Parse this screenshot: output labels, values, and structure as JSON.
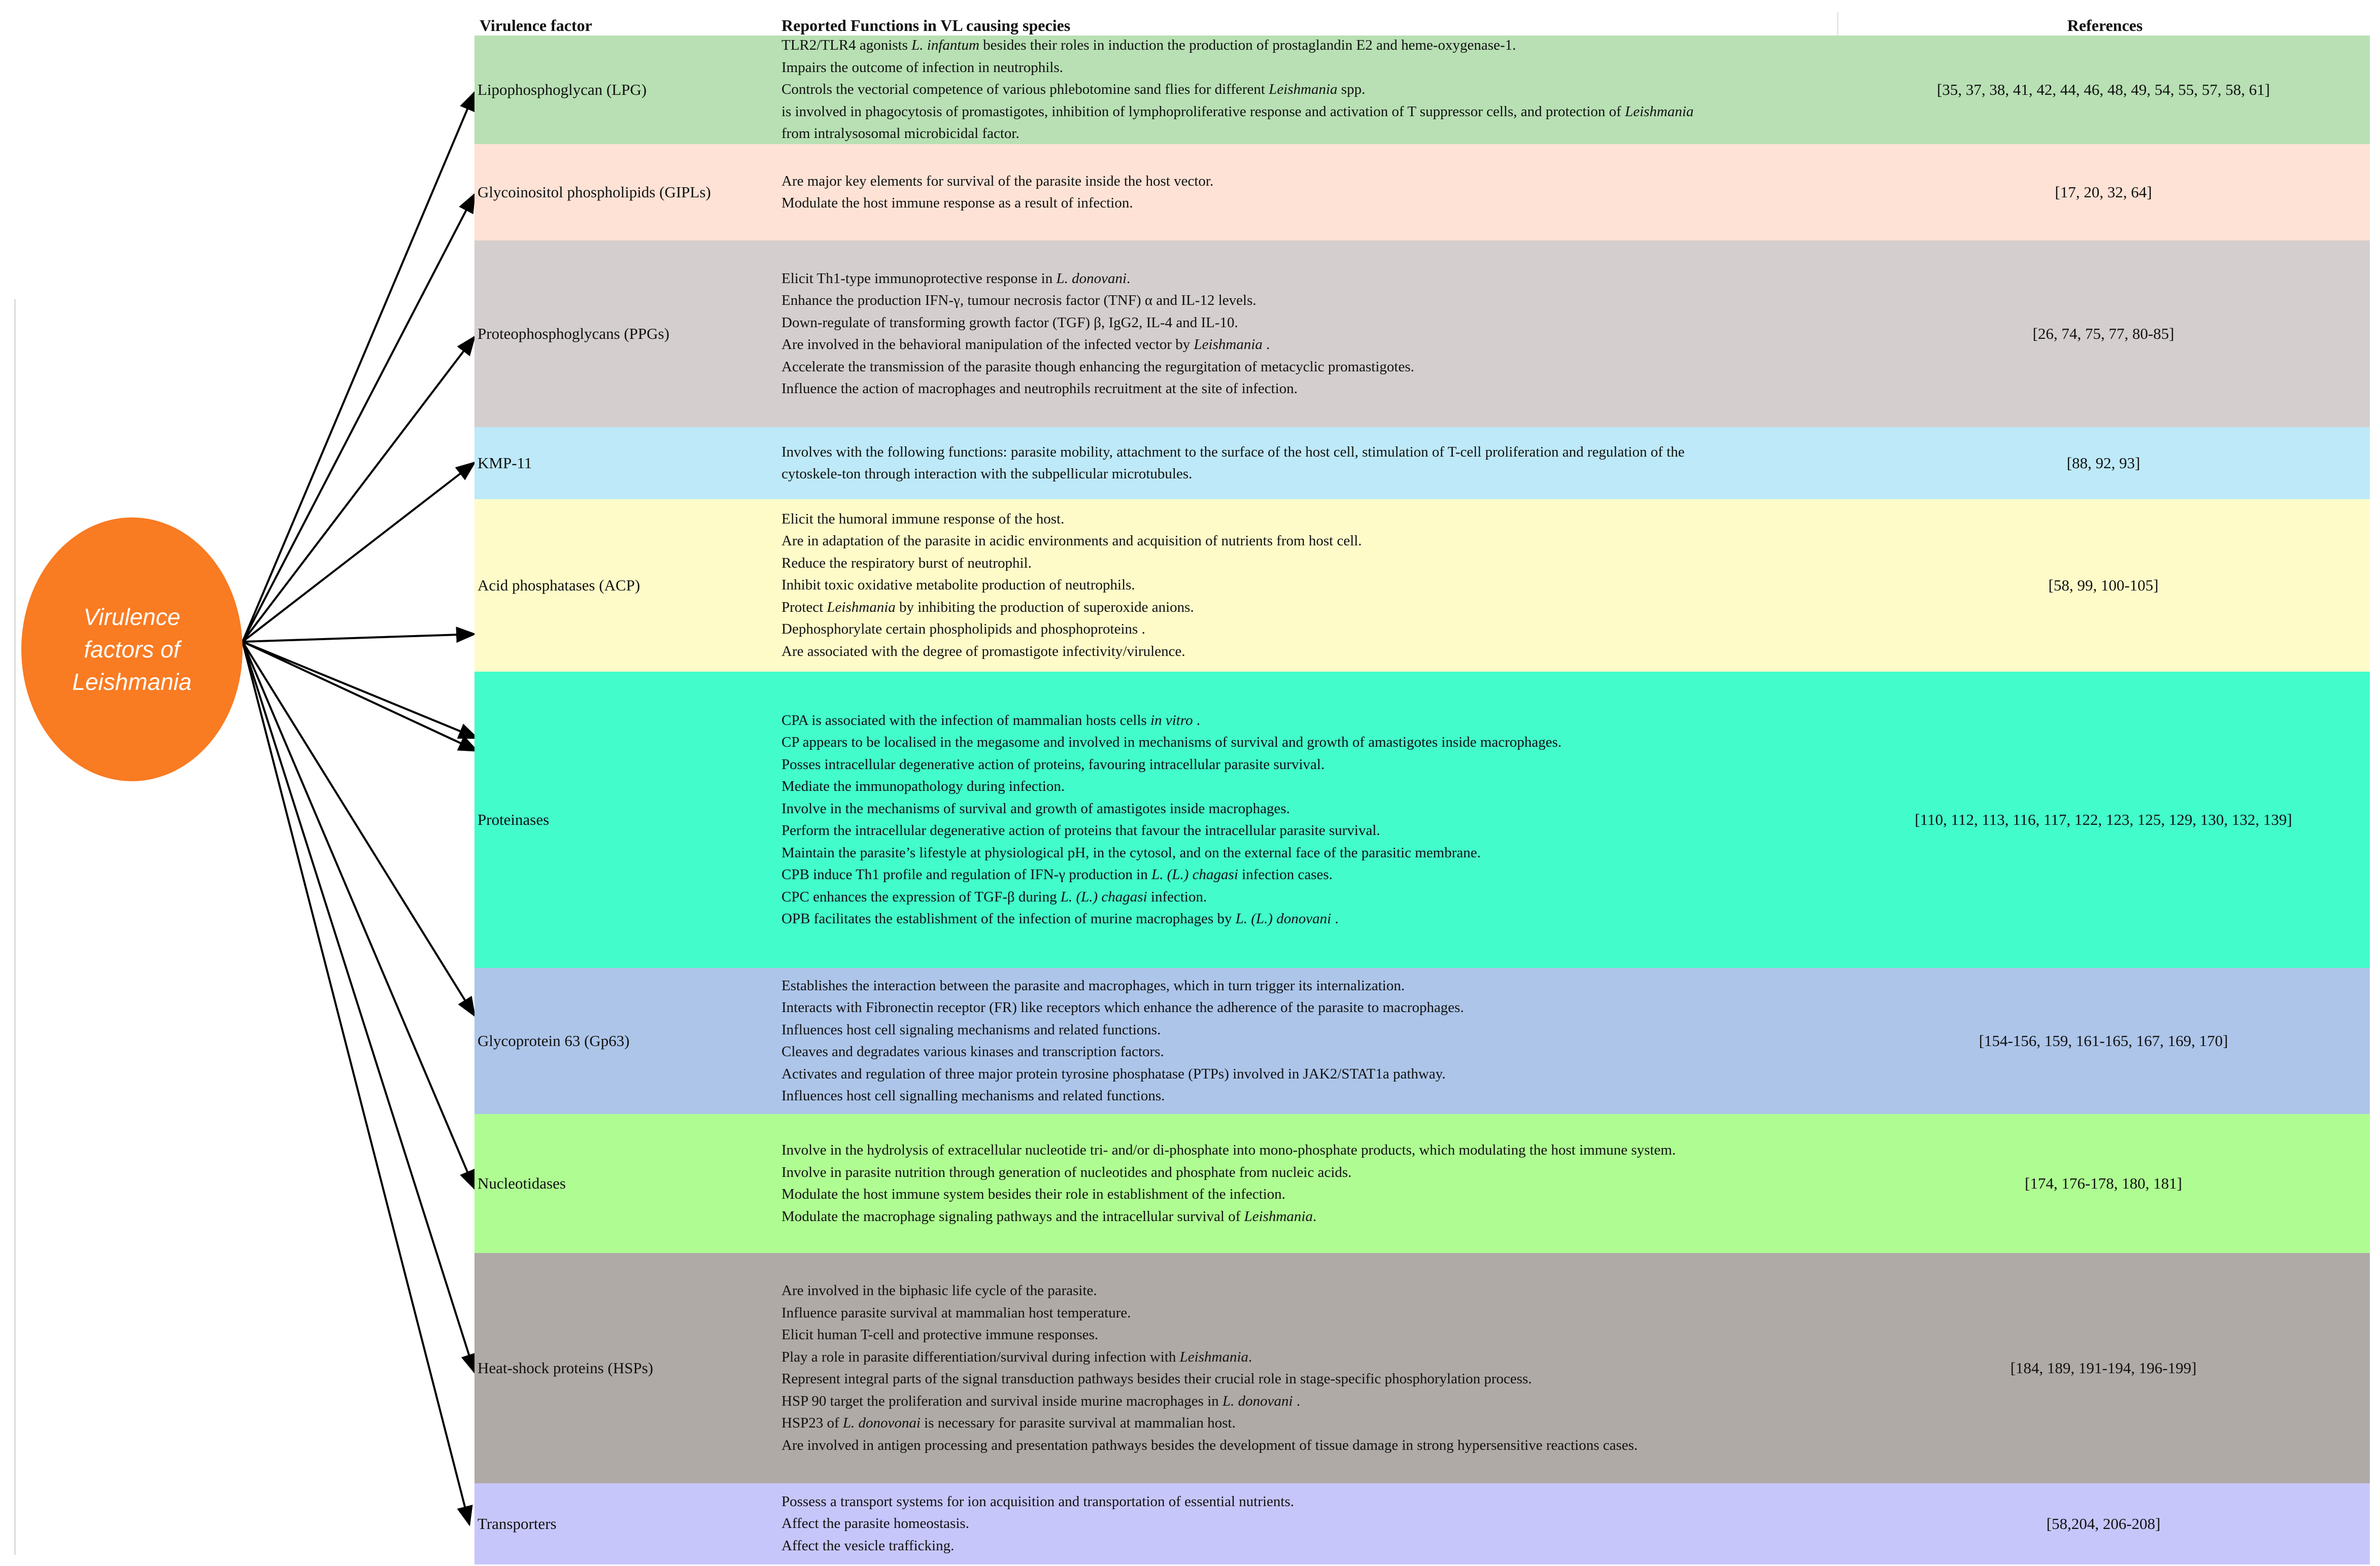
{
  "ellipse": {
    "label": "Virulence\nfactors of\nLeishmania",
    "color": "#f97b22"
  },
  "table": {
    "headers": {
      "factor": "Virulence factor",
      "functions": "Reported Functions in VL causing species",
      "references": "References"
    },
    "rows": [
      {
        "factor": "Lipophosphoglycan (LPG)",
        "color": "#b8e0b4",
        "lines": [
          "TLR2/TLR4 agonists  L. infantum  besides their roles in induction the production of prostaglandin E2 and heme-oxygenase-1.",
          "Impairs the outcome of infection in neutrophils.",
          "Controls the vectorial competence of various phlebotomine sand flies for different Leishmania spp.",
          "is involved in phagocytosis of promastigotes, inhibition of lymphoproliferative response and activation of T suppressor cells, and protection of Leishmania",
          "from intralysosomal microbicidal factor."
        ],
        "references": "[35, 37, 38, 41, 42, 44, 46, 48, 49, 54, 55, 57, 58, 61]"
      },
      {
        "factor": "Glycoinositol phospholipids (GIPLs)",
        "color": "#fde2d5",
        "lines": [
          "Are major key elements for survival of the parasite inside the host vector.",
          "Modulate the host immune response as a result of infection."
        ],
        "references": "[17, 20, 32, 64]"
      },
      {
        "factor": "Proteophosphoglycans (PPGs)",
        "color": "#d4cece",
        "lines": [
          "Elicit Th1-type immunoprotective response in L. donovani.",
          "Enhance the production IFN-γ, tumour necrosis factor (TNF) α and IL-12 levels.",
          "Down-regulate of transforming growth factor (TGF) β, IgG2, IL-4 and IL-10.",
          "Are involved in the behavioral manipulation of the infected vector by Leishmania .",
          "Accelerate the transmission of the parasite though enhancing the regurgitation of metacyclic promastigotes.",
          "Influence the action of macrophages and neutrophils recruitment at the site of infection."
        ],
        "references": "[26, 74, 75, 77, 80-85]"
      },
      {
        "factor": "KMP-11",
        "color": "#bde9f8",
        "lines": [
          "Involves with the following functions: parasite mobility, attachment to the surface of the host cell, stimulation of T-cell proliferation and regulation of the",
          "cytoskele-ton through interaction with the subpellicular microtubules."
        ],
        "references": "[88, 92, 93]"
      },
      {
        "factor": "Acid phosphatases (ACP)",
        "color": "#fefbc9",
        "lines": [
          "Elicit the humoral immune response of the host.",
          "Are in adaptation of the parasite in acidic environments and acquisition of nutrients from host cell.",
          "Reduce  the respiratory burst of neutrophil.",
          "Inhibit toxic oxidative metabolite production of neutrophils.",
          "Protect Leishmania by inhibiting the production of superoxide anions.",
          "Dephosphorylate certain phospholipids and phosphoproteins .",
          "Are associated with the degree of promastigote infectivity/virulence."
        ],
        "references": "[58, 99, 100-105]"
      },
      {
        "factor": "Proteinases",
        "color": "#42fccb",
        "lines": [
          "CPA is associated with the infection of mammalian hosts cells in vitro .",
          "CP appears to be localised in the megasome and involved in mechanisms of survival and growth of amastigotes inside macrophages.",
          "Posses intracellular degenerative action of proteins, favouring intracellular parasite survival.",
          "Mediate the immunopathology during infection.",
          "Involve in the mechanisms of survival and growth of amastigotes inside macrophages.",
          "Perform the intracellular degenerative action of proteins that favour the intracellular parasite survival.",
          "Maintain the parasite’s lifestyle at physiological pH, in the cytosol, and on the external face of the parasitic membrane.",
          "CPB induce Th1 profile and regulation of IFN-γ production in L. (L.) chagasi  infection cases.",
          "CPC enhances the expression of TGF-β during L. (L.) chagasi infection.",
          "OPB facilitates the establishment of the infection of murine macrophages by L. (L.) donovani ."
        ],
        "references": "[110, 112, 113, 116, 117, 122, 123, 125, 129, 130, 132, 139]"
      },
      {
        "factor": "Glycoprotein 63 (Gp63)",
        "color": "#adc5e9",
        "lines": [
          "Establishes the interaction between the parasite and macrophages, which in turn trigger its internalization.",
          "Interacts with Fibronectin receptor (FR) like receptors which enhance the adherence of the parasite to macrophages.",
          "Influences host cell signaling mechanisms and related functions.",
          "Cleaves and degradates  various kinases and transcription factors.",
          "Activates and regulation of three major protein tyrosine phosphatase (PTPs) involved in JAK2/STAT1a pathway.",
          "Influences host cell signalling mechanisms and related functions."
        ],
        "references": "[154-156, 159, 161-165, 167, 169, 170]"
      },
      {
        "factor": "Nucleotidases",
        "color": "#affd92",
        "lines": [
          "Involve in the hydrolysis of extracellular nucleotide tri- and/or di-phosphate into mono-phosphate products, which  modulating the host immune system.",
          "Involve in parasite nutrition through generation of nucleotides and phosphate from nucleic acids.",
          "Modulate the host immune system besides their role in establishment of the infection.",
          "Modulate the macrophage signaling pathways and the intracellular survival of Leishmania."
        ],
        "references": "[174, 176-178, 180, 181]"
      },
      {
        "factor": "Heat-shock proteins (HSPs)",
        "color": "#afaaa6",
        "lines": [
          "Are involved in the biphasic life cycle of the parasite.",
          "Influence parasite survival at mammalian host temperature.",
          "Elicit human T-cell and protective immune responses.",
          "Play a role in parasite differentiation/survival during infection with Leishmania.",
          "Represent integral parts of the signal transduction pathways besides their crucial role in stage-specific phosphorylation process.",
          "HSP 90  target the proliferation and survival inside murine macrophages in L. donovani  .",
          "HSP23 of L. donovonai  is necessary for parasite survival at mammalian host.",
          "Are involved in antigen processing and presentation pathways besides the development of tissue damage in strong hypersensitive reactions cases."
        ],
        "references": "[184, 189, 191-194, 196-199]"
      },
      {
        "factor": "Transporters",
        "color": "#c7c6fb",
        "lines": [
          "Possess a transport systems for ion acquisition and transportation of essential nutrients.",
          "Affect the parasite homeostasis.",
          "Affect the vesicle trafficking."
        ],
        "references": "[58,204, 206-208]"
      }
    ]
  }
}
